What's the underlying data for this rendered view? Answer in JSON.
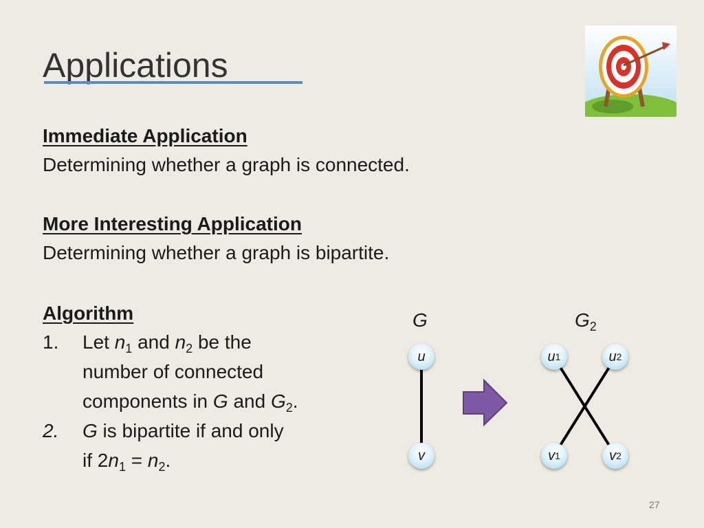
{
  "slide": {
    "title": "Applications",
    "page_number": "27"
  },
  "immediate": {
    "heading": "Immediate Application",
    "text": "Determining whether a graph is connected."
  },
  "interesting": {
    "heading": "More Interesting Application",
    "text": "Determining whether a graph is bipartite."
  },
  "algorithm": {
    "heading": "Algorithm",
    "step1_num": "1.",
    "step1_a": "Let ",
    "step1_n1": "n",
    "step1_n1_sub": "1",
    "step1_b": " and ",
    "step1_n2": "n",
    "step1_n2_sub": "2",
    "step1_c": " be the",
    "step1_line2": "number of connected",
    "step1_line3a": "components in ",
    "step1_G": "G",
    "step1_line3b": " and ",
    "step1_G2": "G",
    "step1_G2_sub": "2",
    "step1_line3c": ".",
    "step2_num": "2.",
    "step2_G": "G",
    "step2_a": " is bipartite if and only",
    "step2_line2a": "if 2",
    "step2_n1": "n",
    "step2_n1_sub": "1",
    "step2_eq": " = ",
    "step2_n2": "n",
    "step2_n2_sub": "2",
    "step2_end": "."
  },
  "graph_G": {
    "label": "G",
    "nodes": [
      "u",
      "v"
    ]
  },
  "graph_G2": {
    "label": "G",
    "label_sub": "2",
    "nodes": [
      {
        "name": "u",
        "sub": "1"
      },
      {
        "name": "u",
        "sub": "2"
      },
      {
        "name": "v",
        "sub": "1"
      },
      {
        "name": "v",
        "sub": "2"
      }
    ]
  },
  "colors": {
    "background": "#eeebe4",
    "title_rule": "#5b8ac8",
    "arrow": "#7e5aa6",
    "node_fill": "#bfe3f3"
  },
  "icons": {
    "logo": "archery-target-icon",
    "transform_arrow": "right-arrow-icon"
  }
}
